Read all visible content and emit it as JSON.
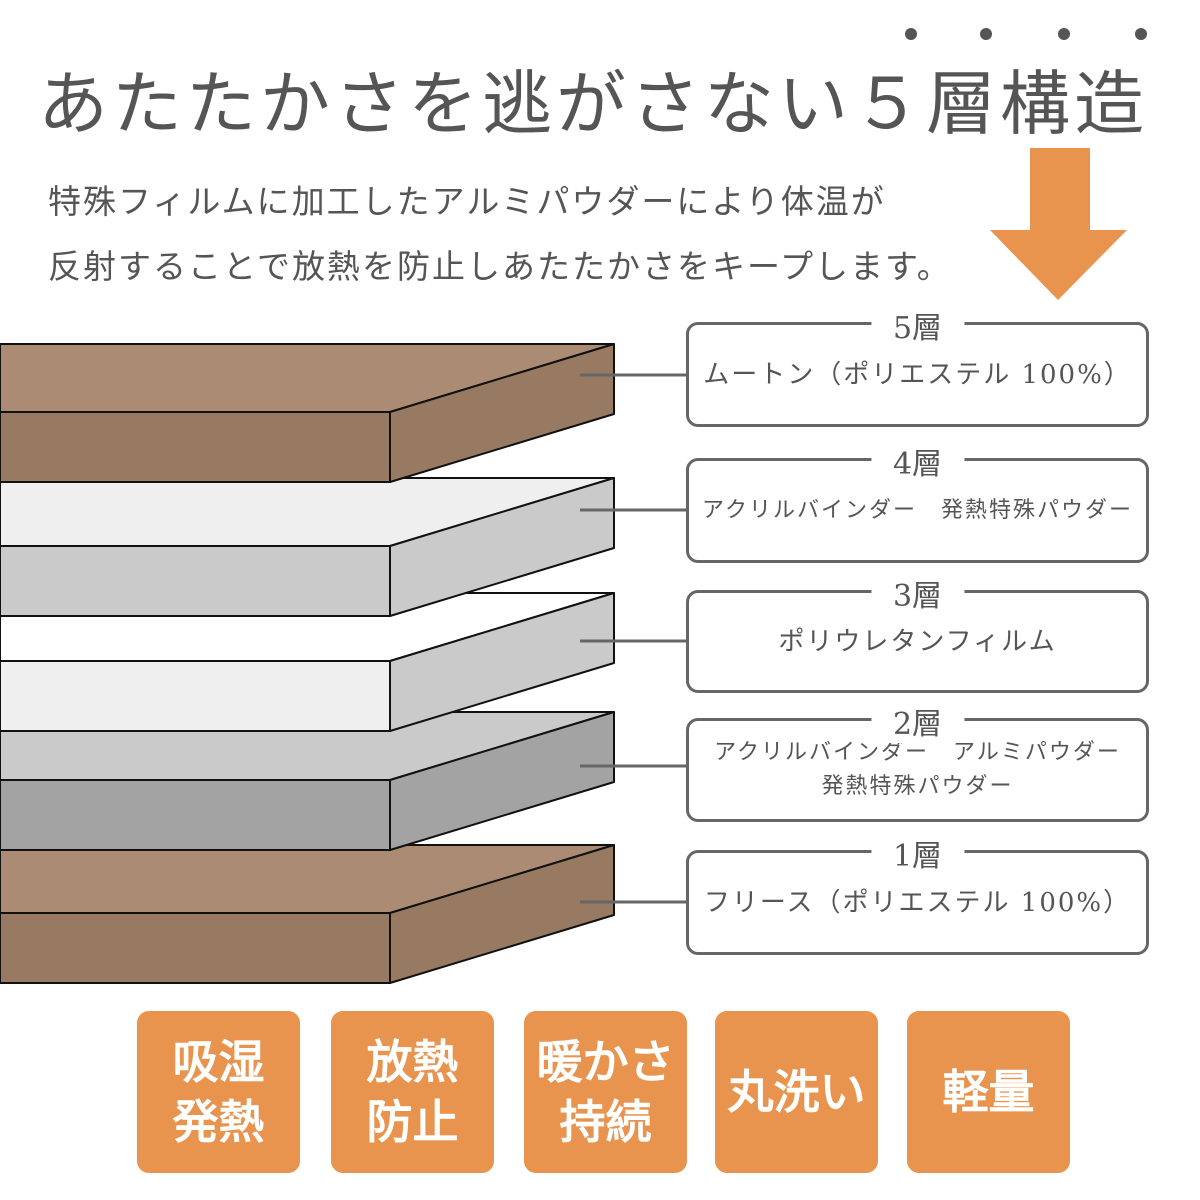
{
  "title": {
    "text": "あたたかさを逃がさない５層構造",
    "emphasis_dots": 4
  },
  "description": [
    "特殊フィルムに加工したアルミパウダーにより体温が",
    "反射することで放熱を防止しあたたかさをキープします。"
  ],
  "colors": {
    "accent": "#e8944f",
    "text": "#555555",
    "brown_top": "#ab8b73",
    "brown_front": "#977a61",
    "white": "#efefef",
    "light_gray": "#c9cac9",
    "gray": "#a3a3a4"
  },
  "arrow_icon": "down-arrow",
  "layers": [
    {
      "heading": "5層",
      "lines": [
        "ムートン（ポリエステル 100%）"
      ]
    },
    {
      "heading": "4層",
      "lines": [
        "アクリルバインダー　発熱特殊パウダー"
      ]
    },
    {
      "heading": "3層",
      "lines": [
        "ポリウレタンフィルム"
      ]
    },
    {
      "heading": "2層",
      "lines": [
        "アクリルバインダー　アルミパウダー",
        "発熱特殊パウダー"
      ]
    },
    {
      "heading": "1層",
      "lines": [
        "フリース（ポリエステル 100%）"
      ]
    }
  ],
  "features": [
    [
      "吸湿",
      "発熱"
    ],
    [
      "放熱",
      "防止"
    ],
    [
      "暖かさ",
      "持続"
    ],
    [
      "丸洗い"
    ],
    [
      "軽量"
    ]
  ]
}
